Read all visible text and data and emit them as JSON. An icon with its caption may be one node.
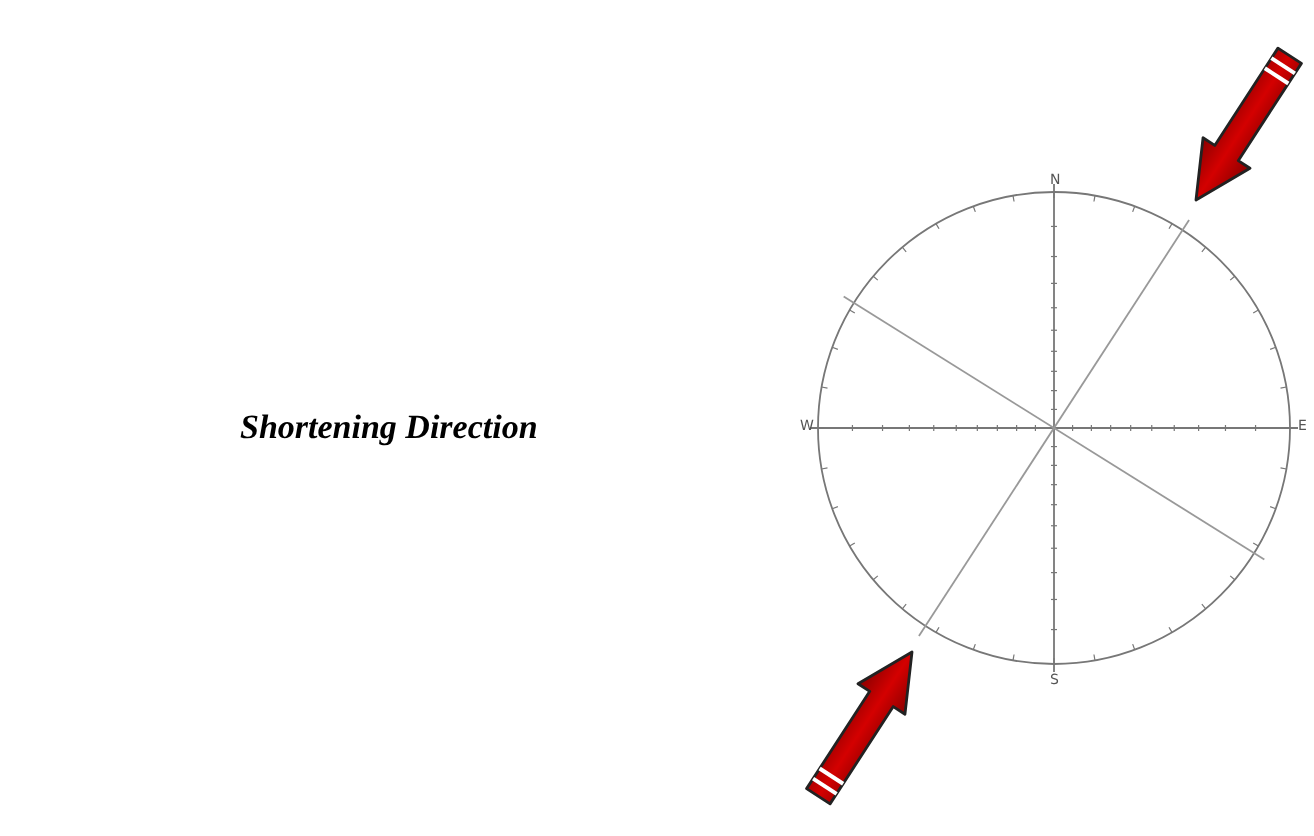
{
  "diagram": {
    "labels": [
      "N",
      "Shortening Direction",
      "W",
      "E",
      "S"
    ]
  }
}
